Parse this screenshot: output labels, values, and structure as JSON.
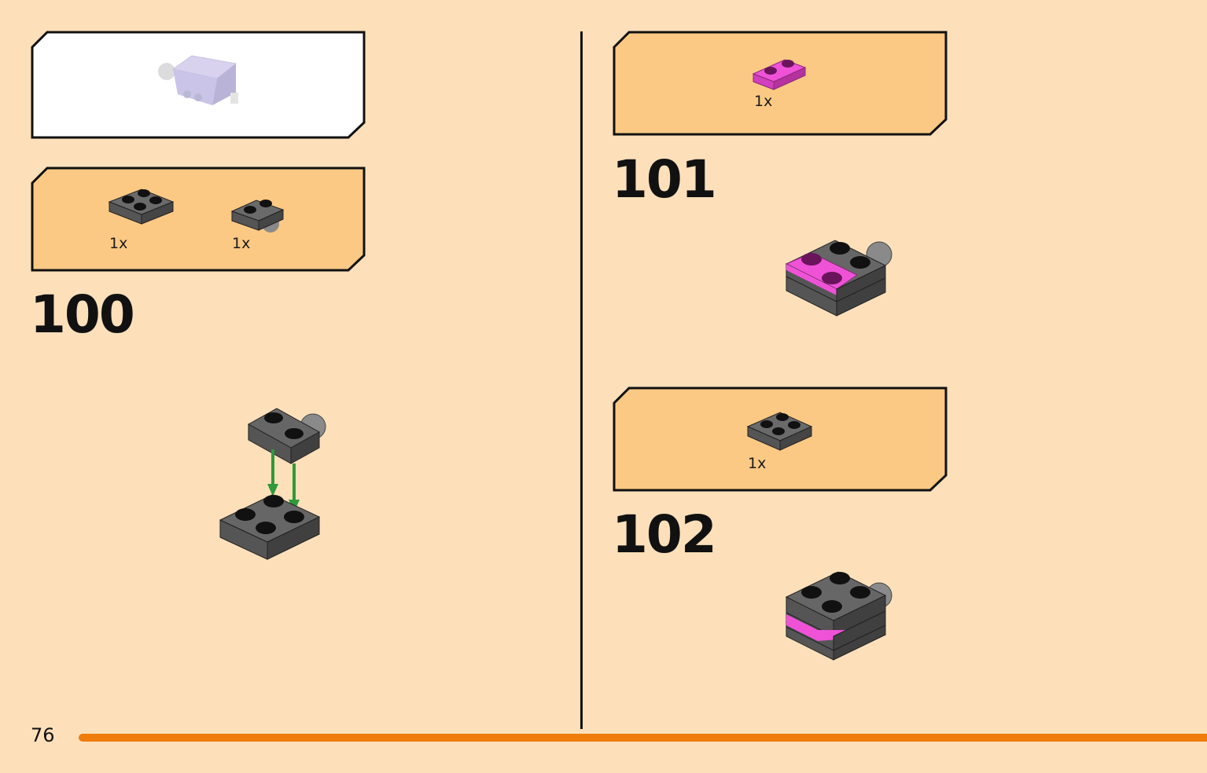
{
  "page": {
    "number": "76"
  },
  "colors": {
    "background": "#fde0ba",
    "panel": "#fcc984",
    "accent": "#ee7d0c",
    "dark_gray": "#5c5c5c",
    "magenta": "#ef52d7",
    "arrow_green": "#2e9a3c"
  },
  "steps": [
    {
      "number": "100",
      "parts": [
        {
          "qty": "1x",
          "part": "dark-gray-plate-2x2"
        },
        {
          "qty": "1x",
          "part": "dark-gray-plate-with-ball"
        }
      ]
    },
    {
      "number": "101",
      "parts": [
        {
          "qty": "1x",
          "part": "magenta-plate-1x2"
        }
      ]
    },
    {
      "number": "102",
      "parts": [
        {
          "qty": "1x",
          "part": "dark-gray-plate-2x2"
        }
      ]
    }
  ],
  "preview": {
    "part": "lavender-subassembly"
  }
}
